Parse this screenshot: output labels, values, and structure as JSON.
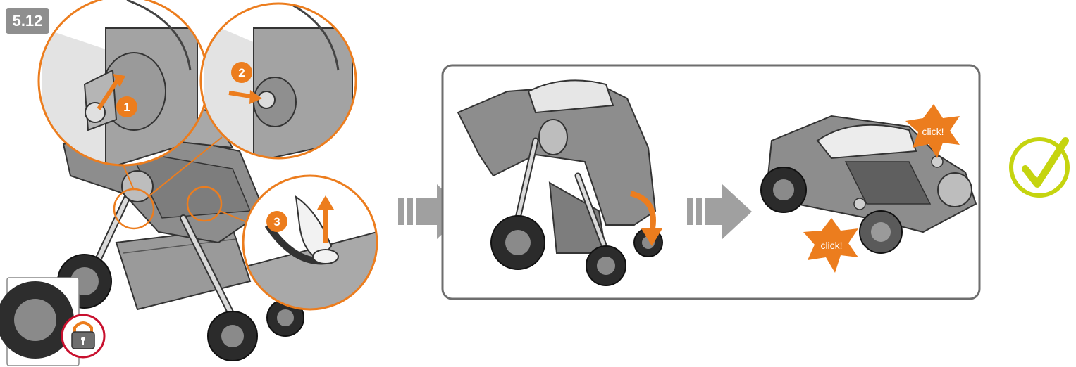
{
  "step_number": "5.12",
  "callouts": {
    "one": "1",
    "two": "2",
    "three": "3"
  },
  "click_labels": {
    "top": "click!",
    "bottom": "click!"
  },
  "colors": {
    "accent": "#ec7d1e",
    "badge": "#8f8f8f",
    "frame": "#6e6e6e",
    "check": "#c5d40f",
    "lock_ring": "#c8102e"
  },
  "icons": [
    "lock-icon",
    "arrow-right-icon",
    "arrow-up-icon",
    "curved-arrow-icon",
    "checkmark-icon"
  ]
}
